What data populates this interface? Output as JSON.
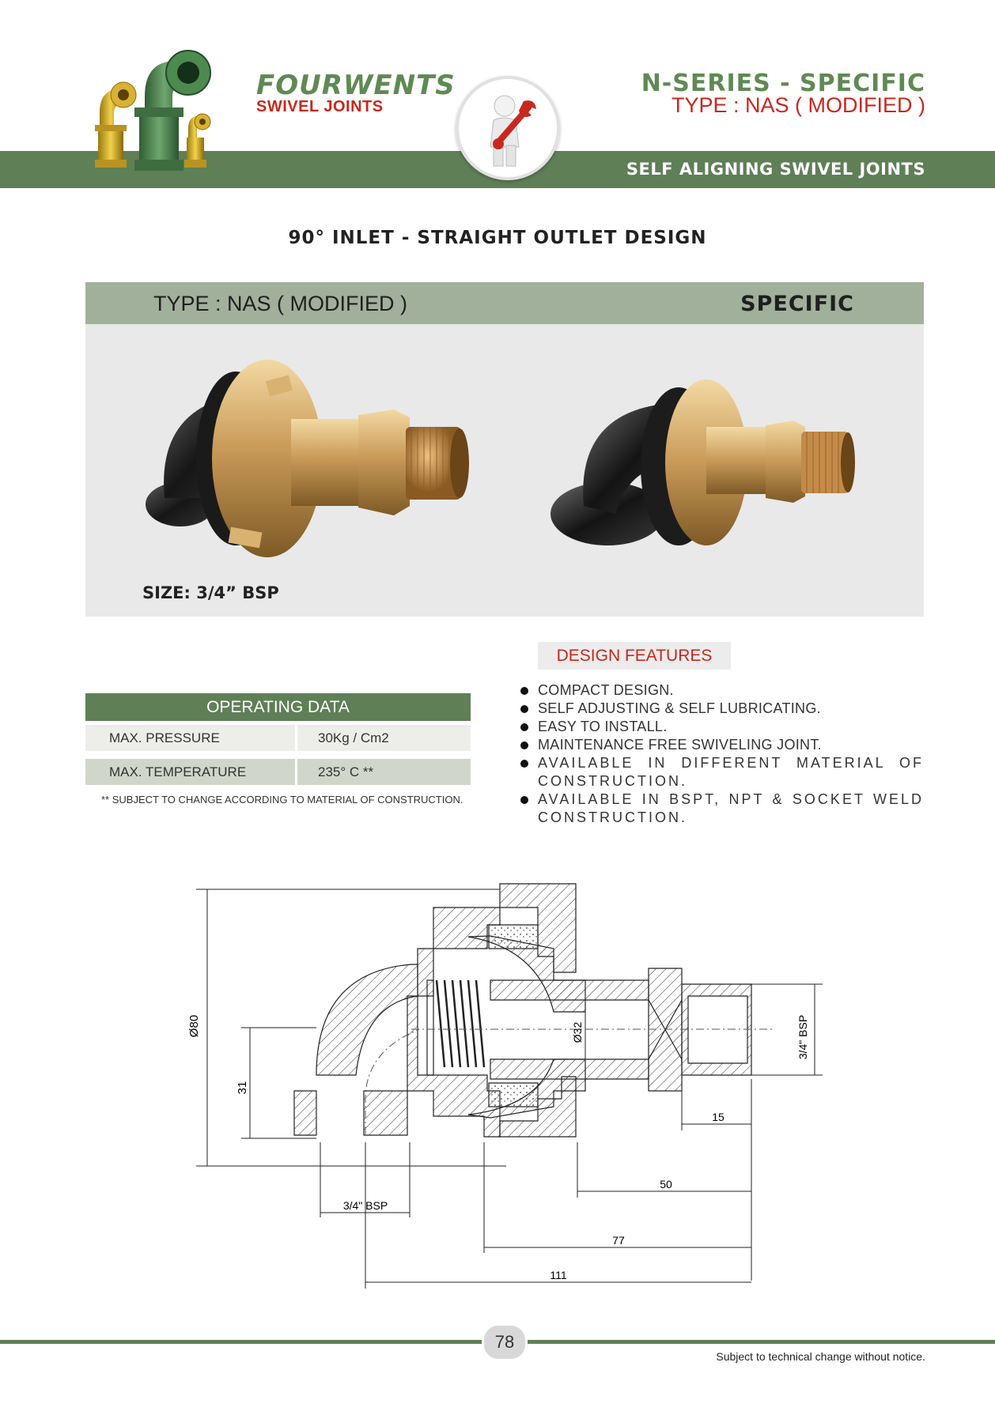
{
  "header": {
    "brand_name": "FOURWENTS",
    "brand_sub": "SWIVEL JOINTS",
    "series": "N-SERIES - SPECIFIC",
    "series_type": "TYPE : NAS ( MODIFIED )",
    "band_text": "SELF ALIGNING SWIVEL JOINTS"
  },
  "main": {
    "heading": "90°  INLET - STRAIGHT OUTLET DESIGN",
    "product_type": "TYPE : NAS ( MODIFIED )",
    "product_category": "SPECIFIC",
    "size": "SIZE: 3/4” BSP"
  },
  "operating_data": {
    "title": "OPERATING DATA",
    "rows": [
      {
        "label": "MAX.  PRESSURE",
        "value": "30Kg / Cm2"
      },
      {
        "label": "MAX.  TEMPERATURE",
        "value": "235° C **"
      }
    ],
    "note": "** SUBJECT TO CHANGE ACCORDING TO MATERIAL OF CONSTRUCTION."
  },
  "design_features": {
    "title": "DESIGN FEATURES",
    "items": [
      "COMPACT DESIGN.",
      "SELF ADJUSTING & SELF LUBRICATING.",
      "EASY TO INSTALL.",
      "MAINTENANCE FREE SWIVELING JOINT.",
      "AVAILABLE IN DIFFERENT MATERIAL OF CONSTRUCTION.",
      "AVAILABLE IN BSPT, NPT & SOCKET WELD CONSTRUCTION."
    ]
  },
  "drawing": {
    "dim_dia80": "Ø80",
    "dim_31": "31",
    "dim_dia32": "Ø32",
    "dim_bsp_outlet": "3/4\" BSP",
    "dim_15": "15",
    "dim_50": "50",
    "dim_77": "77",
    "dim_111": "111",
    "dim_bsp_inlet": "3/4\" BSP"
  },
  "footer": {
    "page_number": "78",
    "note": "Subject to technical change without notice."
  },
  "colors": {
    "brand_green": "#5f7f57",
    "brand_red": "#c8281e",
    "brass": "#c9a061"
  }
}
